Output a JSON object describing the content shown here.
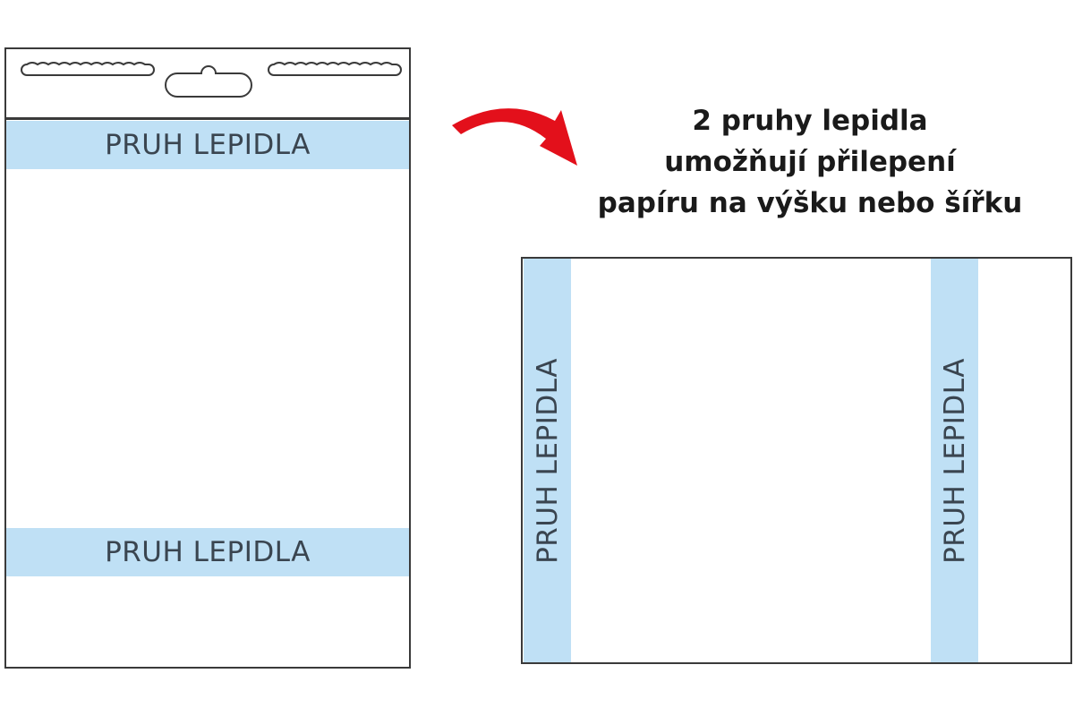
{
  "left_sheet": {
    "top_stripe_label": "PRUH LEPIDLA",
    "bottom_stripe_label": "PRUH LEPIDLA"
  },
  "heading": {
    "line1": "2 pruhy lepidla",
    "line2": "umožňují přilepení",
    "line3": "papíru na výšku nebo šířku"
  },
  "right_sheet": {
    "left_stripe_label": "PRUH LEPIDLA",
    "right_stripe_label": "PRUH LEPIDLA"
  },
  "colors": {
    "stripe": "#bfe0f5",
    "arrow": "#e3101b",
    "outline": "#3a3a3a"
  }
}
